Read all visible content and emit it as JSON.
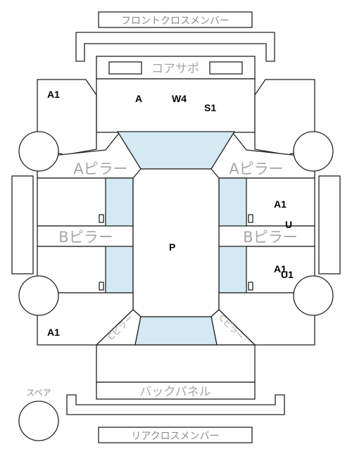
{
  "parts": {
    "front_cross_member": "フロントクロスメンバー",
    "core_support": "コアサポ",
    "a_pillar_left": "Aピラー",
    "a_pillar_right": "Aピラー",
    "b_pillar_left": "Bピラー",
    "b_pillar_right": "Bピラー",
    "c_pillar_left": "Cピラー",
    "c_pillar_right": "Cピラー",
    "back_panel": "バックパネル",
    "rear_cross_member": "リアクロスメンバー",
    "spare": "スペア"
  },
  "marks": {
    "front_left_fender": "A1",
    "hood_a": "A",
    "hood_w4": "W4",
    "hood_s1": "S1",
    "front_right_door_a1": "A1",
    "front_right_door_u": "U",
    "rear_right_door_a1": "A1",
    "rear_right_door_u1": "U1",
    "roof": "P",
    "rear_left_quarter": "A1"
  }
}
